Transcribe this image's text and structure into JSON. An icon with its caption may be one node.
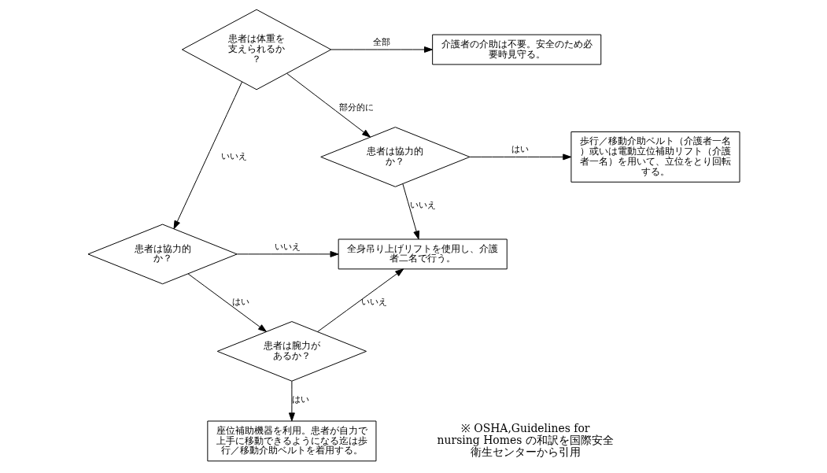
{
  "diagram": {
    "nodes": [
      {
        "text": [
          "患者は体重を支えられるか？"
        ]
      },
      {
        "text": [
          "介護者の介助は不要。安全のため必要時見守る。"
        ]
      },
      {
        "text": [
          "患者は協力的か？"
        ]
      },
      {
        "text": [
          "歩行／移動介助ベルト（介護者一名）或いは電動立位補助リフト（介護者一名）を用いて、立位をとり回転する。"
        ]
      },
      {
        "text": [
          "患者は協力的か？"
        ]
      },
      {
        "text": [
          "全身吊り上げリフトを使用し、介護者二名で行う。"
        ]
      },
      {
        "text": [
          "患者は腕力があるか？"
        ]
      },
      {
        "text": [
          "座位補助機器を利用。患者が自力で上手に移動できるようになる迄は歩行／移動介助ベルトを着用する。"
        ]
      }
    ],
    "edges": [
      {
        "from": 0,
        "to": 1,
        "arrow": "to",
        "label": "全部"
      },
      {
        "from": 0,
        "to": 2,
        "arrow": "to",
        "label": "部分的に"
      },
      {
        "from": 0,
        "to": 4,
        "arrow": "to",
        "label": "いいえ"
      },
      {
        "from": 2,
        "to": 3,
        "arrow": "to",
        "label": "はい"
      },
      {
        "from": 2,
        "to": 5,
        "arrow": "to",
        "label": "いいえ"
      },
      {
        "from": 4,
        "to": 5,
        "arrow": "to",
        "label": "いいえ"
      },
      {
        "from": 4,
        "to": 6,
        "arrow": "to",
        "label": "はい"
      },
      {
        "from": 6,
        "to": 5,
        "arrow": "to",
        "label": "いいえ"
      },
      {
        "from": 6,
        "to": 7,
        "arrow": "to",
        "label": "はい"
      }
    ],
    "labels": [
      "※ OSHA,Guidelines for nursing Homes の和訳を国際安全衛生センターから引用"
    ]
  }
}
